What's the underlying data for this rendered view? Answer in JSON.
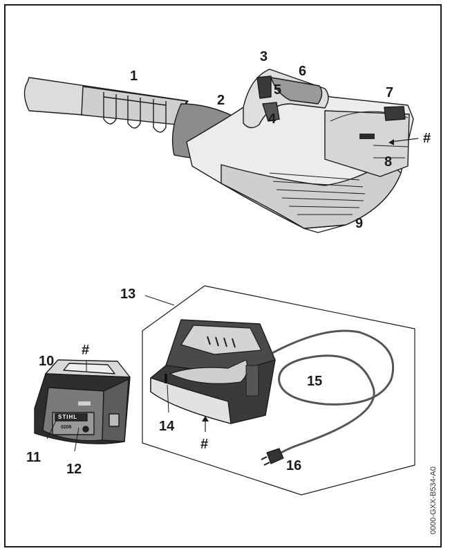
{
  "callouts": {
    "c1": "1",
    "c2": "2",
    "c3": "3",
    "c4": "4",
    "c5": "5",
    "c6": "6",
    "c7": "7",
    "c8": "8",
    "c9": "9",
    "c10": "10",
    "c11": "11",
    "c12": "12",
    "c13": "13",
    "c14": "14",
    "c15": "15",
    "c16": "16",
    "hash_blower": "#",
    "hash_battery": "#",
    "hash_charger": "#"
  },
  "labels": {
    "brand": "STIHL",
    "battery_code": "0206",
    "doc_id": "0000-GXX-B534-A0"
  },
  "colors": {
    "line": "#1a1a1a",
    "body_light": "#e9e9e9",
    "body_mid": "#c8c8c8",
    "body_dark": "#8a8a8a",
    "nozzle": "#d6d6d6",
    "black": "#2a2a2a"
  }
}
